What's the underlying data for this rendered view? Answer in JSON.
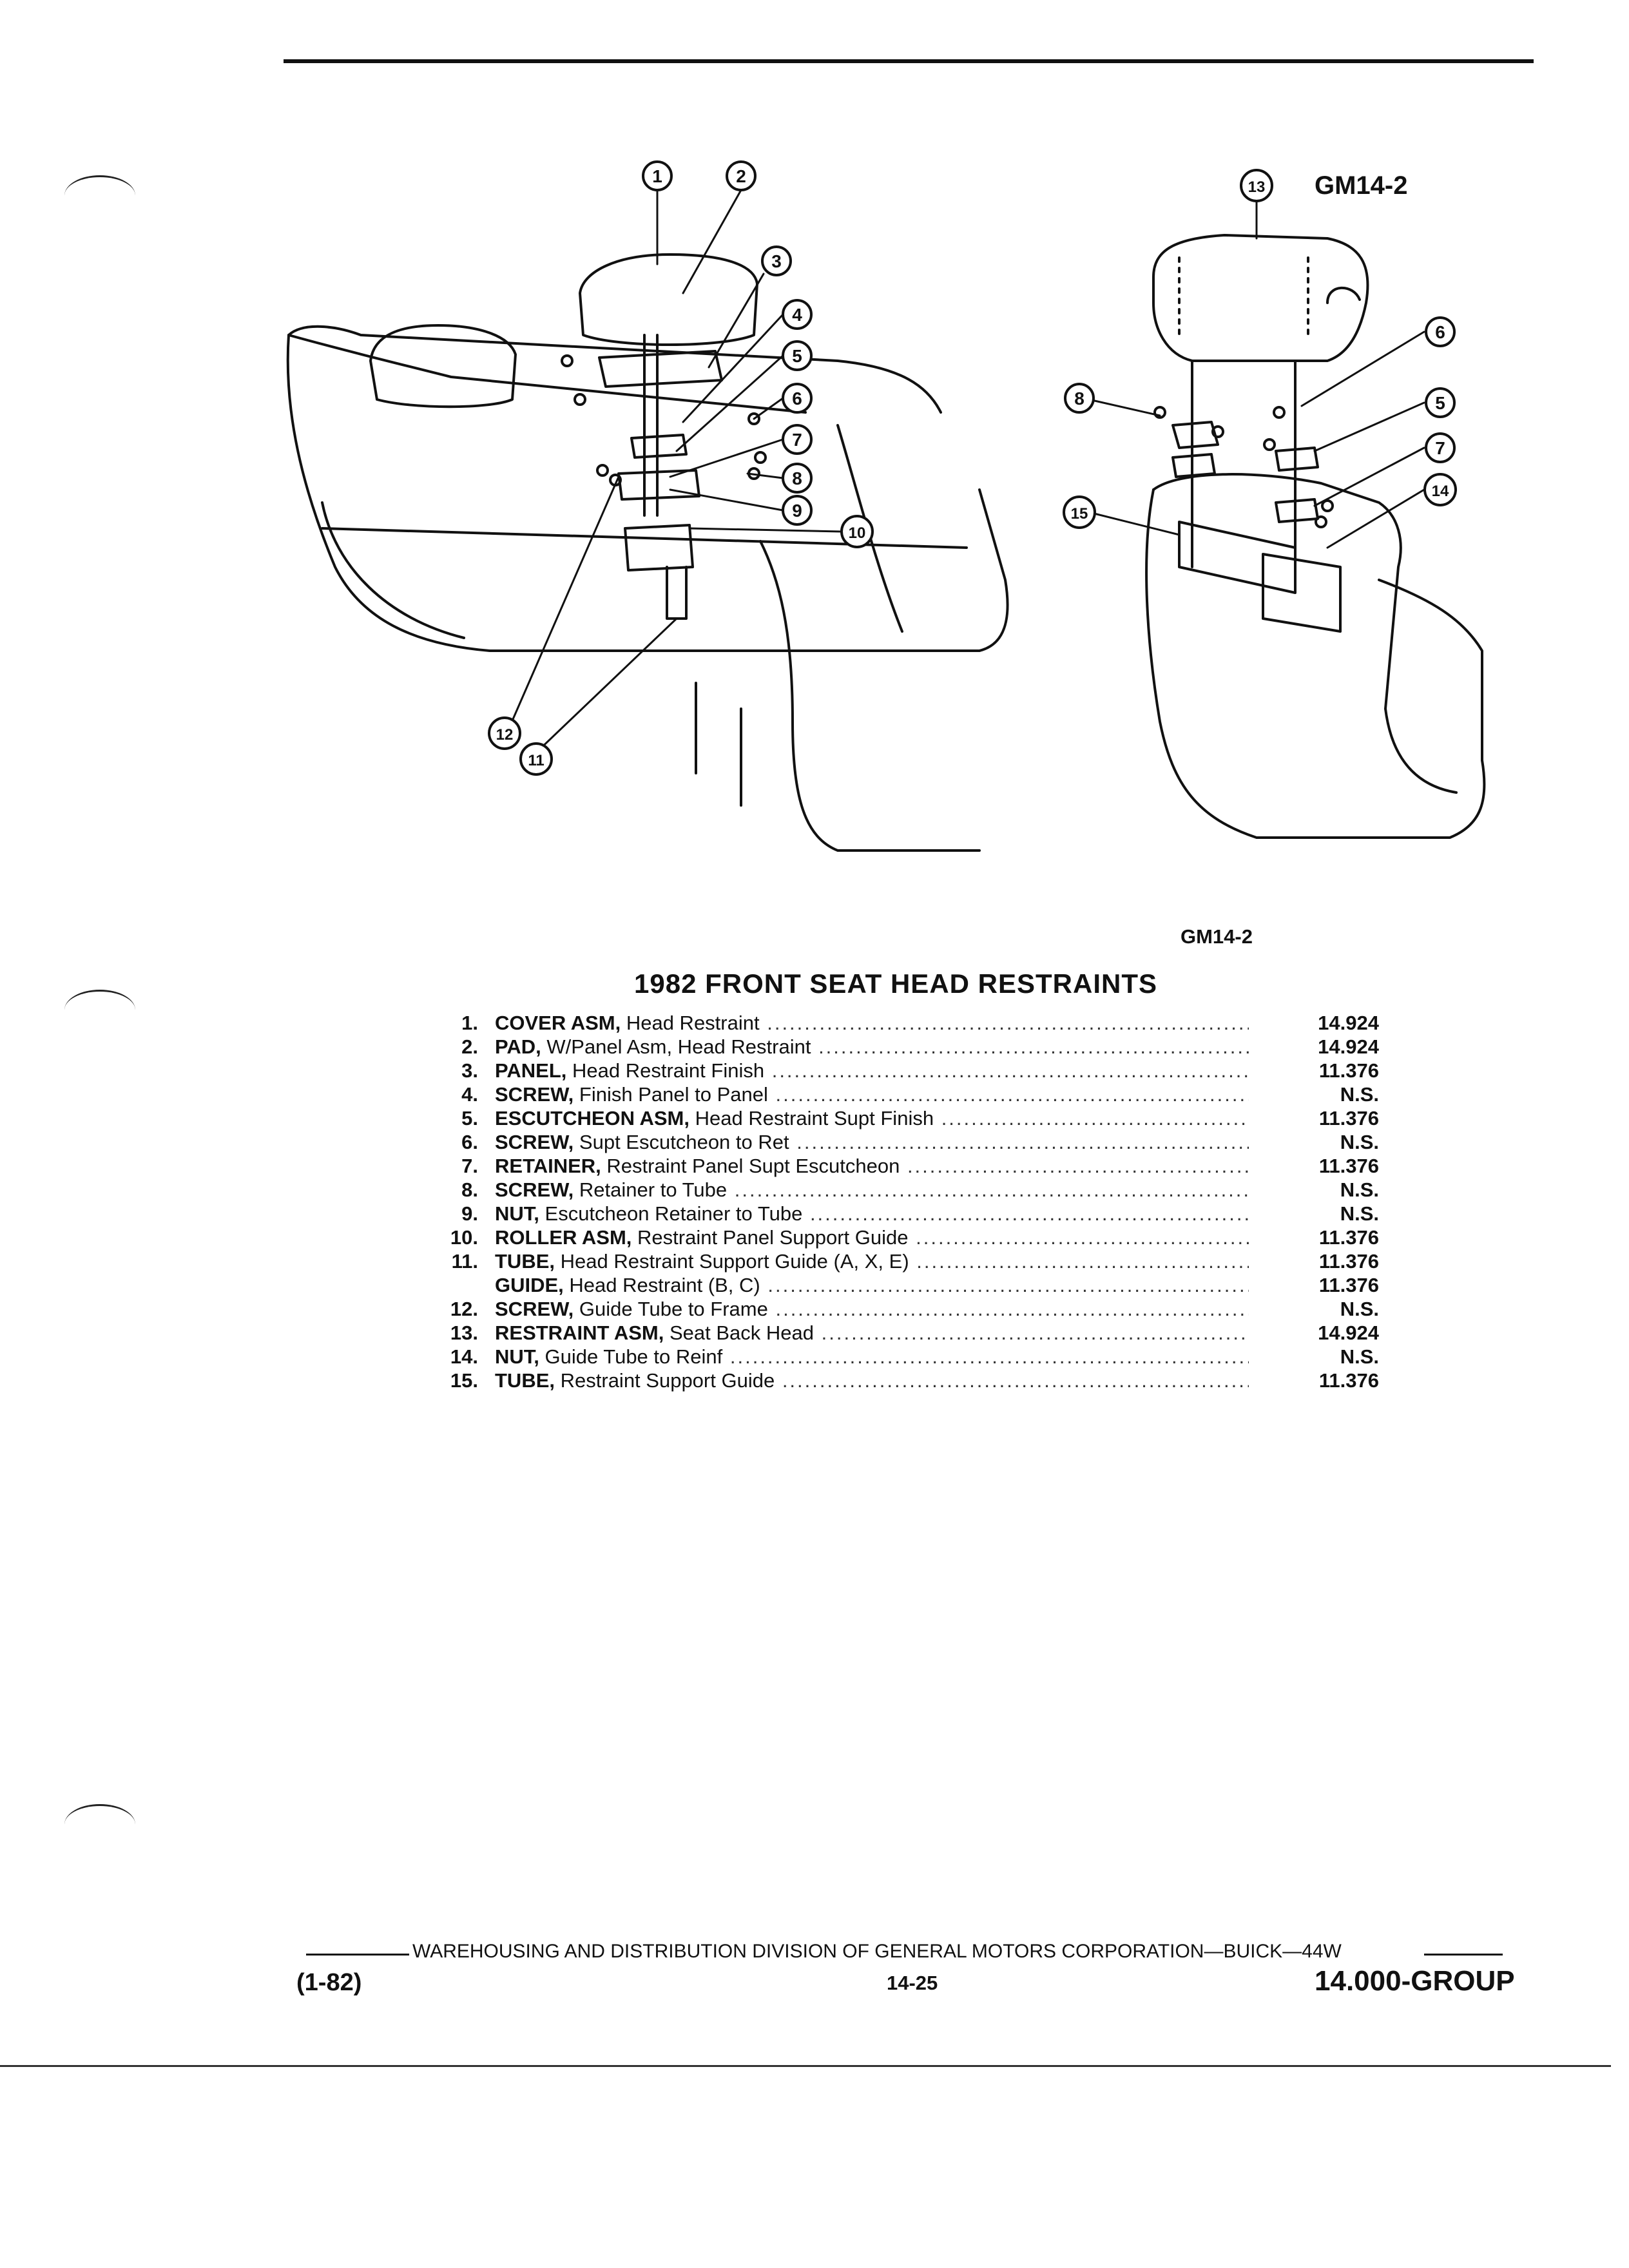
{
  "figure": {
    "tag_top": "GM14-2",
    "tag_bottom": "GM14-2",
    "callouts": [
      "1",
      "2",
      "3",
      "4",
      "5",
      "6",
      "7",
      "8",
      "9",
      "10",
      "11",
      "12",
      "13",
      "6",
      "8",
      "5",
      "7",
      "15",
      "14"
    ]
  },
  "title": "1982 FRONT SEAT HEAD RESTRAINTS",
  "parts": [
    {
      "num": "1.",
      "name": "COVER ASM,",
      "desc": "Head Restraint",
      "group": "14.924"
    },
    {
      "num": "2.",
      "name": "PAD,",
      "desc": "W/Panel Asm, Head Restraint",
      "group": "14.924"
    },
    {
      "num": "3.",
      "name": "PANEL,",
      "desc": "Head Restraint Finish",
      "group": "11.376"
    },
    {
      "num": "4.",
      "name": "SCREW,",
      "desc": "Finish Panel to Panel",
      "group": "N.S."
    },
    {
      "num": "5.",
      "name": "ESCUTCHEON ASM,",
      "desc": "Head Restraint Supt Finish",
      "group": "11.376"
    },
    {
      "num": "6.",
      "name": "SCREW,",
      "desc": "Supt Escutcheon to Ret",
      "group": "N.S."
    },
    {
      "num": "7.",
      "name": "RETAINER,",
      "desc": "Restraint Panel Supt Escutcheon",
      "group": "11.376"
    },
    {
      "num": "8.",
      "name": "SCREW,",
      "desc": "Retainer to Tube",
      "group": "N.S."
    },
    {
      "num": "9.",
      "name": "NUT,",
      "desc": "Escutcheon Retainer to Tube",
      "group": "N.S."
    },
    {
      "num": "10.",
      "name": "ROLLER ASM,",
      "desc": "Restraint Panel Support Guide",
      "group": "11.376"
    },
    {
      "num": "11.",
      "name": "TUBE,",
      "desc": "Head Restraint Support Guide (A, X, E)",
      "group": "11.376"
    },
    {
      "num": "",
      "name": "GUIDE,",
      "desc": "Head Restraint (B, C)",
      "group": "11.376"
    },
    {
      "num": "12.",
      "name": "SCREW,",
      "desc": "Guide Tube to Frame",
      "group": "N.S."
    },
    {
      "num": "13.",
      "name": "RESTRAINT ASM,",
      "desc": "Seat Back Head",
      "group": "14.924"
    },
    {
      "num": "14.",
      "name": "NUT,",
      "desc": "Guide Tube to Reinf",
      "group": "N.S."
    },
    {
      "num": "15.",
      "name": "TUBE,",
      "desc": "Restraint Support Guide",
      "group": "11.376"
    }
  ],
  "footer": {
    "division": "WAREHOUSING AND DISTRIBUTION DIVISION OF GENERAL MOTORS CORPORATION—BUICK—44W",
    "date": "(1-82)",
    "page": "14-25",
    "group": "14.000-GROUP"
  }
}
